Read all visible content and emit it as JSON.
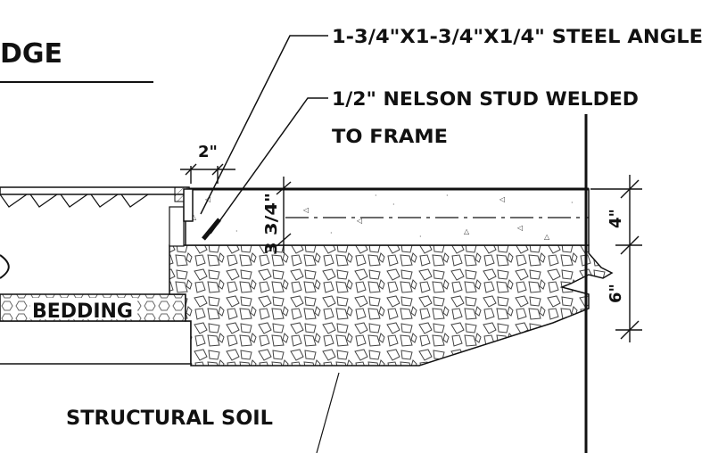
{
  "labels": {
    "title_fragment": "DGE",
    "steel_angle": "1-3/4\"X1-3/4\"X1/4\" STEEL ANGLE",
    "nelson_stud_line1": "1/2\" NELSON STUD WELDED",
    "nelson_stud_line2": "TO FRAME",
    "dim_2in": "2\"",
    "dim_3_3_4": "3 3/4\"",
    "dim_4in": "4\"",
    "dim_6in": "6\"",
    "bedding": "BEDDING",
    "structural_soil": "STRUCTURAL SOIL"
  }
}
